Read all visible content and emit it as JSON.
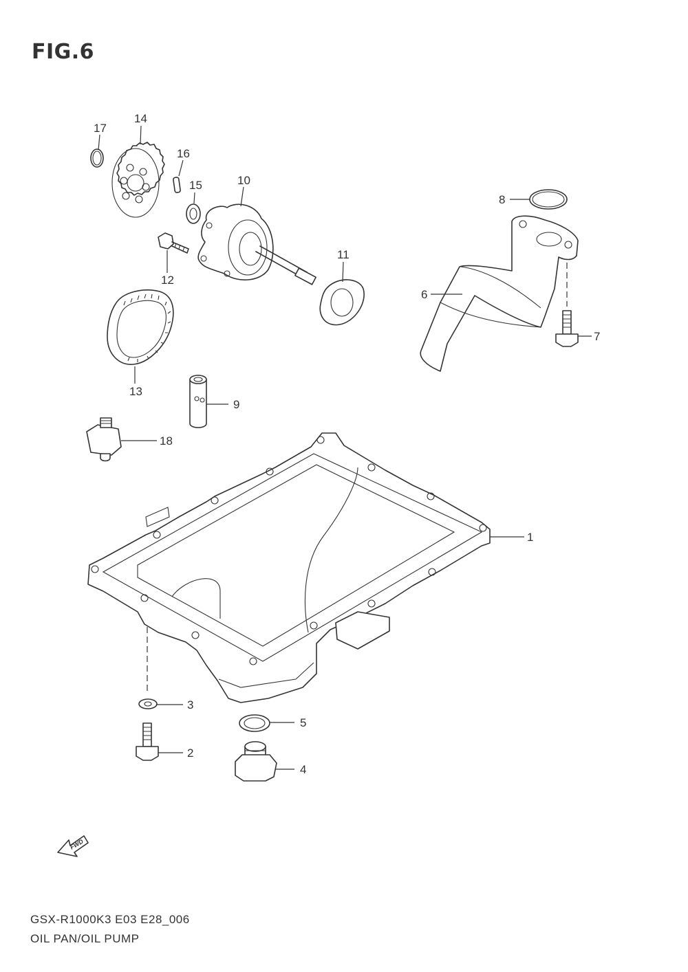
{
  "figure_title": "FIG.6",
  "footer": {
    "model_code": "GSX-R1000K3 E03 E28_006",
    "section_title": "OIL PAN/OIL PUMP"
  },
  "direction_arrow": {
    "icon": "fwd-arrow-icon",
    "label": "FWD"
  },
  "callouts": [
    "1",
    "2",
    "3",
    "4",
    "5",
    "6",
    "7",
    "8",
    "9",
    "10",
    "11",
    "12",
    "13",
    "14",
    "15",
    "16",
    "17",
    "18"
  ],
  "colors": {
    "line": "#333333",
    "background": "#ffffff"
  }
}
